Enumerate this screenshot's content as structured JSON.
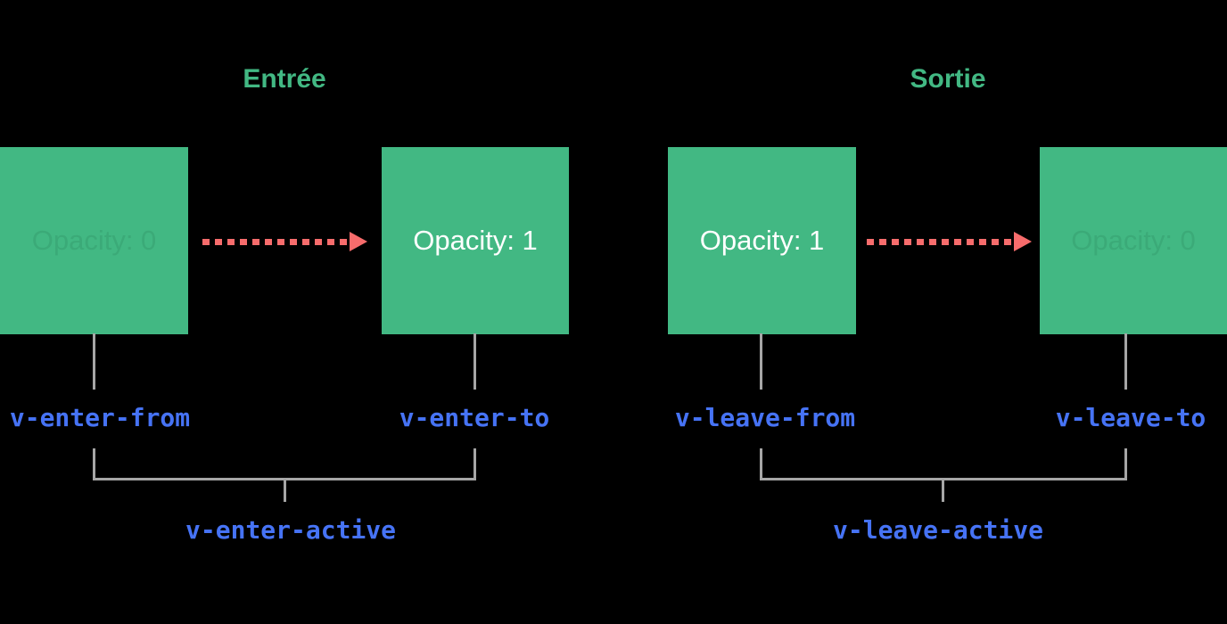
{
  "colors": {
    "background": "#000000",
    "green": "#42b883",
    "red": "#f76c6c",
    "blue": "#4673f5",
    "line": "#a6a6a6",
    "white_text": "#ffffff",
    "dim_text": "#3baa78"
  },
  "enter": {
    "title": "Entrée",
    "from_box_label": "Opacity: 0",
    "to_box_label": "Opacity: 1",
    "from_class": "v-enter-from",
    "to_class": "v-enter-to",
    "active_class": "v-enter-active"
  },
  "leave": {
    "title": "Sortie",
    "from_box_label": "Opacity: 1",
    "to_box_label": "Opacity: 0",
    "from_class": "v-leave-from",
    "to_class": "v-leave-to",
    "active_class": "v-leave-active"
  }
}
